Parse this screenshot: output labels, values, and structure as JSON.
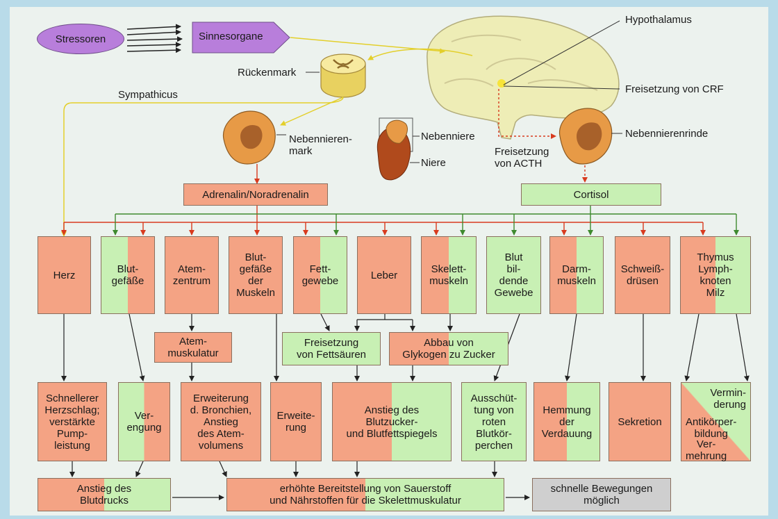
{
  "top": {
    "stressoren": "Stressoren",
    "sinnesorgane": "Sinnesorgane",
    "hypothalamus": "Hypothalamus",
    "rueckenmark": "Rückenmark",
    "sympathicus": "Sympathicus",
    "freisetzung_crf": "Freisetzung von CRF",
    "nebennierenmark": "Nebennieren-\nmark",
    "nebenniere": "Nebenniere",
    "niere": "Niere",
    "freisetzung_acth": "Freisetzung\nvon ACTH",
    "nebennierenrinde": "Nebennierenrinde"
  },
  "hormones": {
    "adrenalin": "Adrenalin/Noradrenalin",
    "cortisol": "Cortisol"
  },
  "organs": [
    {
      "label": "Herz"
    },
    {
      "label": "Blut-\ngefäße"
    },
    {
      "label": "Atem-\nzentrum"
    },
    {
      "label": "Blut-\ngefäße\nder\nMuskeln"
    },
    {
      "label": "Fett-\ngewebe"
    },
    {
      "label": "Leber"
    },
    {
      "label": "Skelett-\nmuskeln"
    },
    {
      "label": "Blut\nbil-\ndende\nGewebe"
    },
    {
      "label": "Darm-\nmuskeln"
    },
    {
      "label": "Schweiß-\ndrüsen"
    },
    {
      "label": "Thymus\nLymph-\nknoten\nMilz"
    }
  ],
  "middle": {
    "atemmuskulatur": "Atem-\nmuskulatur",
    "fettsaeuren": "Freisetzung\nvon Fettsäuren",
    "glykogen": "Abbau von\nGlykogen zu Zucker"
  },
  "effects": {
    "herzschlag": "Schnellerer\nHerzschlag;\nverstärkte\nPump-\nleistung",
    "verengung": "Ver-\nengung",
    "bronchien": "Erweiterung\nd. Bronchien,\nAnstieg\ndes Atem-\nvolumens",
    "erweiterung": "Erweite-\nrung",
    "blutzucker": "Anstieg des\nBlutzucker-\nund Blutfettspiegels",
    "rote_blutkoerperchen": "Ausschüt-\ntung von\nroten\nBlutkör-\nperchen",
    "verdauung": "Hemmung\nder\nVerdauung",
    "sekretion": "Sekretion",
    "verminderung": "Vermin-\nderung",
    "antikoerper": "Antikörper-\nbildung",
    "vermehrung": "Ver-\nmehrung"
  },
  "bottom": {
    "blutdruck": "Anstieg des\nBlutdrucks",
    "bereitstellung": "erhöhte Bereitstellung von Sauerstoff\nund Nährstoffen für die Skelettmuskulatur",
    "bewegungen": "schnelle Bewegungen\nmöglich"
  },
  "colors": {
    "sympathetic": "#f4a384",
    "hormonal": "#c8f0b4",
    "stressor": "#b87edb",
    "outcome": "#cfcfcf"
  }
}
